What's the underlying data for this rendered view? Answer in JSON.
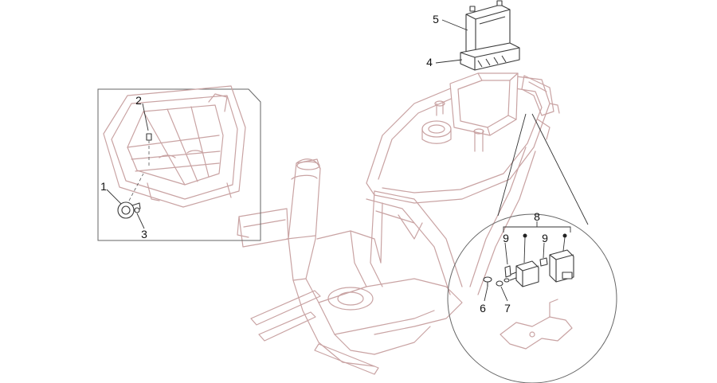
{
  "callouts": {
    "c1": "1",
    "c2": "2",
    "c3": "3",
    "c4": "4",
    "c5": "5",
    "c6": "6",
    "c7": "7",
    "c8": "8",
    "c9a": "9",
    "c9b": "9"
  },
  "colors": {
    "part_outline": "#c9a3a3",
    "detail_outline": "#3a3a3a",
    "frame_border": "#666666"
  }
}
